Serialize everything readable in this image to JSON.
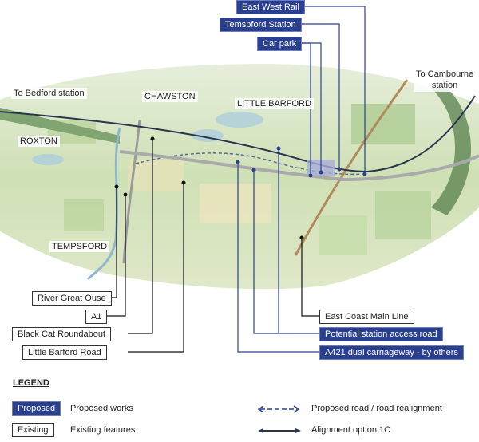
{
  "callouts_proposed": {
    "east_west_rail": "East West Rail",
    "tempsford_station": "Temspford Station",
    "car_park": "Car park",
    "access_road": "Potential station access road",
    "a421": "A421 dual carriageway - by others"
  },
  "callouts_existing": {
    "river": "River Great Ouse",
    "a1": "A1",
    "black_cat": "Black Cat Roundabout",
    "little_barford_road": "Little Barford Road",
    "ecml": "East Coast Main Line"
  },
  "places": {
    "bedford": "To Bedford station",
    "chawston": "CHAWSTON",
    "little_barford": "LITTLE BARFORD",
    "roxton": "ROXTON",
    "tempsford": "TEMPSFORD",
    "cambourne_1": "To Cambourne",
    "cambourne_2": "station"
  },
  "legend": {
    "title": "LEGEND",
    "proposed_box": "Proposed",
    "proposed_desc": "Proposed works",
    "existing_box": "Existing",
    "existing_desc": "Existing features",
    "road_desc": "Proposed road / road realignment",
    "alignment_desc": "Alignment option 1C"
  },
  "colors": {
    "proposed": "#2b3f8f",
    "alignment": "#2a3550",
    "field": "#cfe0b5"
  }
}
